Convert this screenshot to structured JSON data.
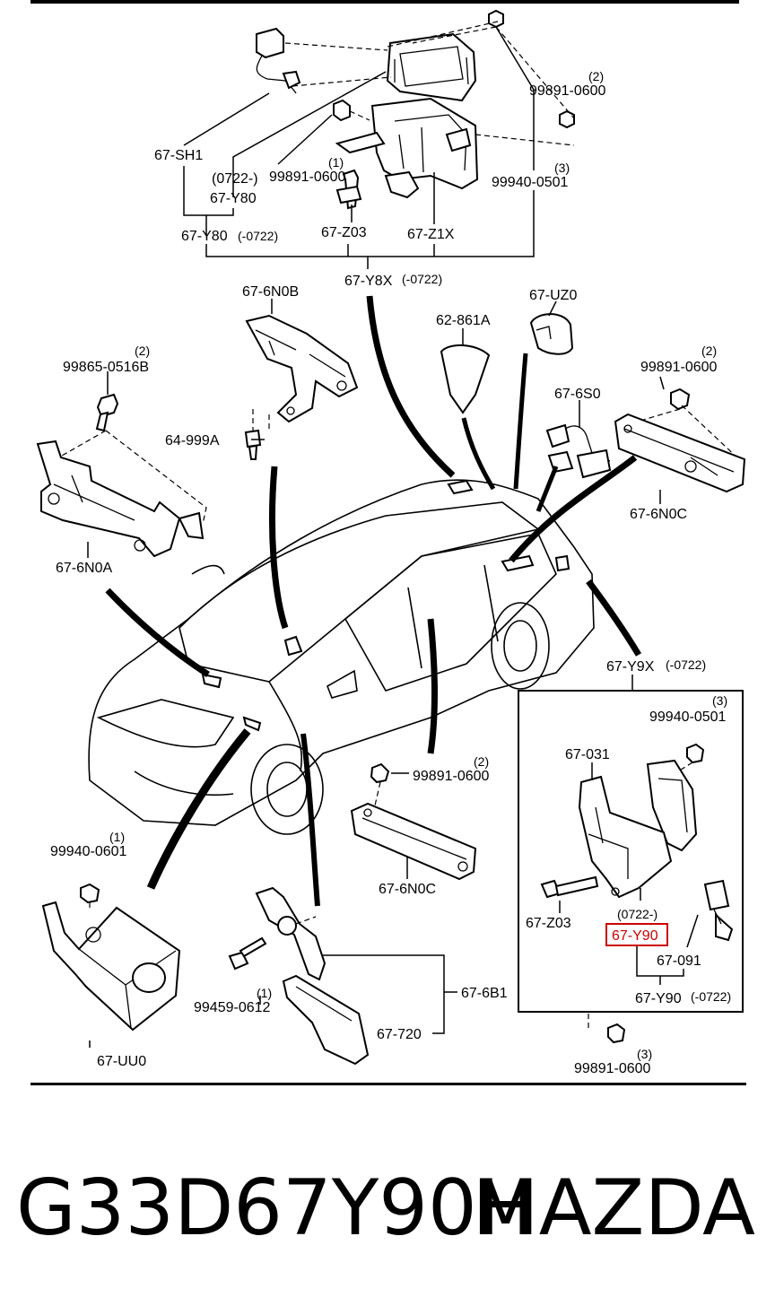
{
  "labels": {
    "sh1": "67-SH1",
    "y80_0722": "(0722-)",
    "y80": "67-Y80",
    "nut_99891_top": "99891-0600",
    "qty1_top": "(1)",
    "y80_old": "67-Y80",
    "y80_old_suffix": "(-0722)",
    "z03": "67-Z03",
    "z1x": "67-Z1X",
    "y8x": "67-Y8X",
    "y8x_suffix": "(-0722)",
    "qty2_tr": "(2)",
    "nut_99891_tr": "99891-0600",
    "qty3_tr": "(3)",
    "bolt_99940_tr": "99940-0501",
    "n0b": "67-6N0B",
    "a861": "62-861A",
    "uz0": "67-UZ0",
    "qty2_l": "(2)",
    "bolt_99865": "99865-0516B",
    "qty2_r": "(2)",
    "nut_99891_r": "99891-0600",
    "s0": "67-6S0",
    "a999": "64-999A",
    "n0c_r": "67-6N0C",
    "n0a": "67-6N0A",
    "y9x": "67-Y9X",
    "y9x_suffix": "(-0722)",
    "qty3_box": "(3)",
    "bolt_99940_box": "99940-0501",
    "a031": "67-031",
    "qty2_mid": "(2)",
    "nut_99891_mid": "99891-0600",
    "qty1_l": "(1)",
    "bolt_99940_0601": "99940-0601",
    "n0c_mid": "67-6N0C",
    "z03_box": "67-Z03",
    "y90_0722": "(0722-)",
    "y90_highlight": "67-Y90",
    "a091": "67-091",
    "y90_old": "67-Y90",
    "y90_old_suffix": "(-0722)",
    "qty1_b": "(1)",
    "bolt_99459": "99459-0612",
    "b1": "67-6B1",
    "a720": "67-720",
    "uu0": "67-UU0",
    "qty3_b": "(3)",
    "nut_99891_b": "99891-0600"
  },
  "footer": {
    "part_number": "G33D67Y90H",
    "brand": "MAZDA"
  },
  "colors": {
    "highlight": "#cc0000",
    "ink": "#000000",
    "background": "#ffffff"
  }
}
